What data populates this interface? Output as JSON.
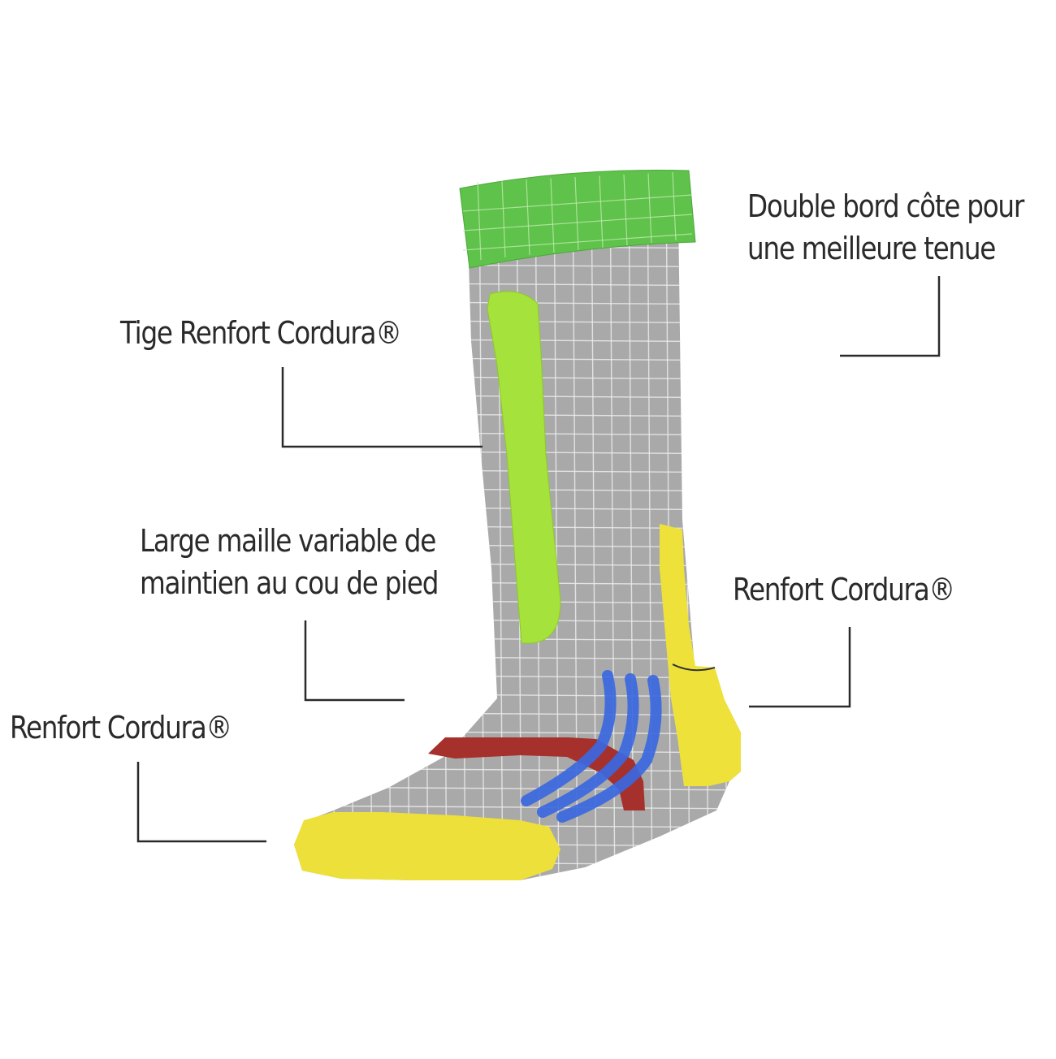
{
  "labels": {
    "cuff": [
      "Double bord côte pour",
      "une meilleure tenue"
    ],
    "shin": [
      "Tige Renfort Cordura®"
    ],
    "instep": [
      "Large maille variable de",
      "maintien au cou de pied"
    ],
    "heel": [
      "Renfort Cordura®"
    ],
    "toe": [
      "Renfort Cordura®"
    ]
  },
  "colors": {
    "sock_body": "#a9a9a9",
    "grid": "#ececec",
    "cuff": "#5fc24a",
    "shin_panel": "#a6e23c",
    "heel_panel": "#eee23a",
    "toe_panel": "#eee03a",
    "arch_band": "#a6302c",
    "instep_lines": "#3a68e0",
    "leader_lines": "#2a2a2a",
    "label_text": "#2a2a2a"
  }
}
